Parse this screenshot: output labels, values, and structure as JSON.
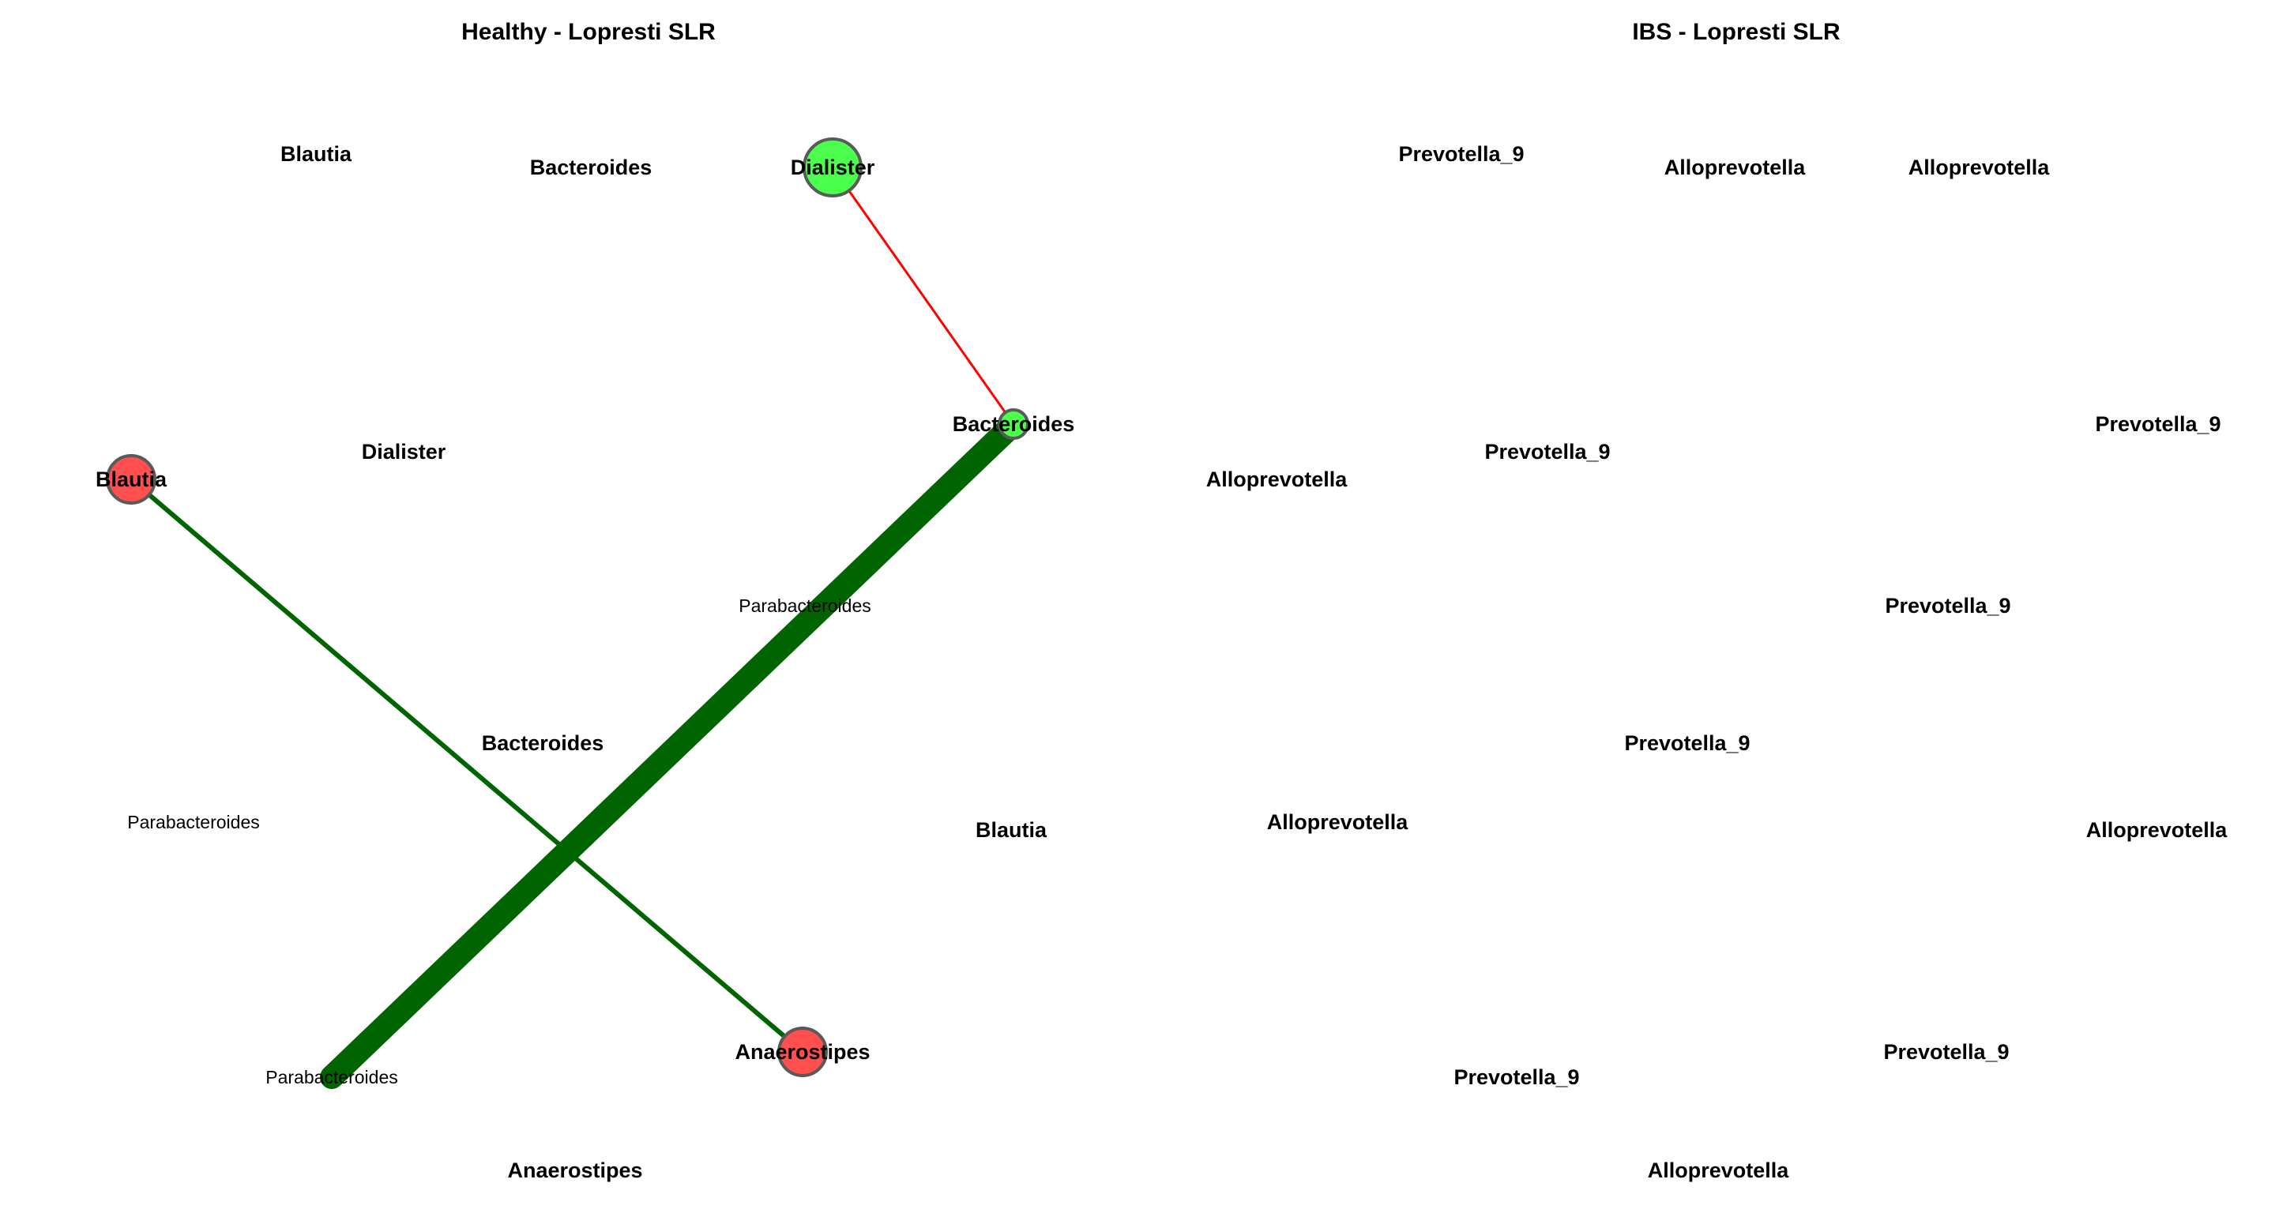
{
  "colors": {
    "positive_edge": "#006400",
    "negative_edge": "#ff0000",
    "node_green": "#4cff4c",
    "node_red": "#ff4f4f",
    "node_border": "#5a5a5a"
  },
  "panels": [
    {
      "title": "Healthy - Lopresti SLR",
      "nodes": [
        {
          "id": "h1",
          "label": "Blautia",
          "bold": true,
          "marker": null
        },
        {
          "id": "h2",
          "label": "Bacteroides",
          "bold": true,
          "marker": null
        },
        {
          "id": "h3",
          "label": "Dialister",
          "bold": true,
          "marker": "green-large"
        },
        {
          "id": "h4",
          "label": "Bacteroides",
          "bold": true,
          "marker": "green-small"
        },
        {
          "id": "h5",
          "label": "Blautia",
          "bold": true,
          "marker": "red"
        },
        {
          "id": "h6",
          "label": "Dialister",
          "bold": true,
          "marker": null
        },
        {
          "id": "h7",
          "label": "Parabacteroides",
          "bold": false,
          "marker": null
        },
        {
          "id": "h8",
          "label": "Bacteroides",
          "bold": true,
          "marker": null
        },
        {
          "id": "h9",
          "label": "Parabacteroides",
          "bold": false,
          "marker": null
        },
        {
          "id": "h10",
          "label": "Blautia",
          "bold": true,
          "marker": null
        },
        {
          "id": "h11",
          "label": "Parabacteroides",
          "bold": false,
          "marker": "dark-dot"
        },
        {
          "id": "h12",
          "label": "Anaerostipes",
          "bold": true,
          "marker": "red"
        },
        {
          "id": "h13",
          "label": "Anaerostipes",
          "bold": true,
          "marker": null
        }
      ],
      "edges": [
        {
          "from": "h3",
          "to": "h4",
          "sign": "negative",
          "weight": 1
        },
        {
          "from": "h4",
          "to": "h11",
          "sign": "positive",
          "weight": 10
        },
        {
          "from": "h5",
          "to": "h12",
          "sign": "positive",
          "weight": 2
        }
      ]
    },
    {
      "title": "IBS - Lopresti SLR",
      "nodes": [
        {
          "id": "i1",
          "label": "Prevotella_9",
          "bold": true,
          "marker": null
        },
        {
          "id": "i2",
          "label": "Alloprevotella",
          "bold": true,
          "marker": null
        },
        {
          "id": "i3",
          "label": "Alloprevotella",
          "bold": true,
          "marker": null
        },
        {
          "id": "i4",
          "label": "Prevotella_9",
          "bold": true,
          "marker": null
        },
        {
          "id": "i5",
          "label": "Prevotella_9",
          "bold": true,
          "marker": null
        },
        {
          "id": "i6",
          "label": "Alloprevotella",
          "bold": true,
          "marker": null
        },
        {
          "id": "i7",
          "label": "Prevotella_9",
          "bold": true,
          "marker": null
        },
        {
          "id": "i8",
          "label": "Prevotella_9",
          "bold": true,
          "marker": null
        },
        {
          "id": "i9",
          "label": "Alloprevotella",
          "bold": true,
          "marker": null
        },
        {
          "id": "i10",
          "label": "Alloprevotella",
          "bold": true,
          "marker": null
        },
        {
          "id": "i11",
          "label": "Prevotella_9",
          "bold": true,
          "marker": null
        },
        {
          "id": "i12",
          "label": "Prevotella_9",
          "bold": true,
          "marker": null
        },
        {
          "id": "i13",
          "label": "Alloprevotella",
          "bold": true,
          "marker": null
        }
      ],
      "edges": []
    }
  ]
}
